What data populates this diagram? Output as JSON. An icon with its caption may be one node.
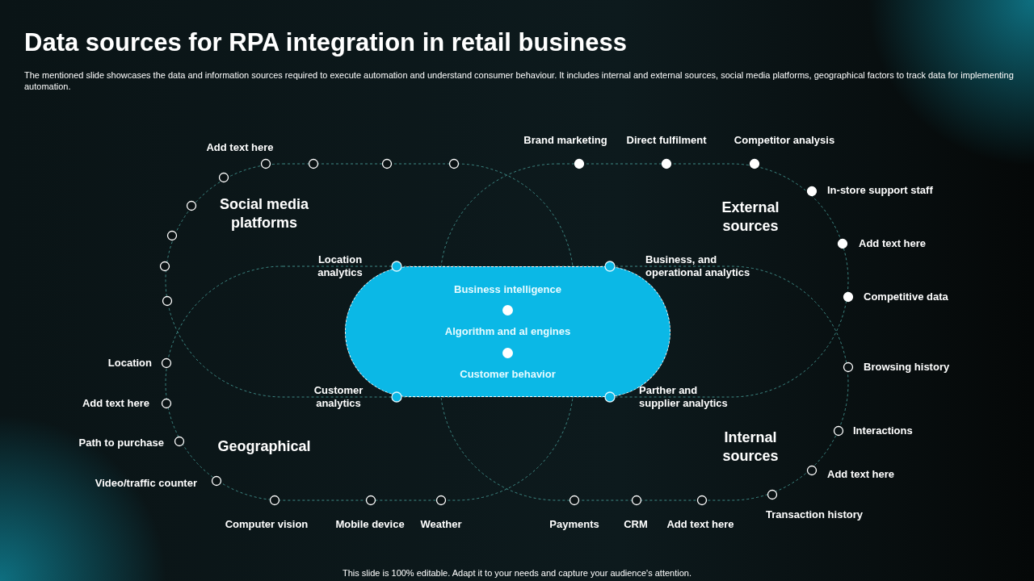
{
  "diagram": {
    "title": "Data sources for RPA integration in retail business",
    "nodes": [
      {
        "text": [
          "Business  intelligence",
          "Algorithm and al engines",
          "Customer  behavior"
        ]
      }
    ],
    "edges": [],
    "labels": [
      "The mentioned slide showcases the data and information sources required to execute automation and understand consumer behaviour. It includes internal and external sources, social media platforms, geographical factors to track data for implementing automation.",
      "Add text here",
      "Brand marketing",
      "Direct fulfilment",
      "Competitor analysis",
      "In-store support staff",
      "Social media platforms",
      "External sources",
      "Add text here",
      "Location analytics",
      "Business,  and operational analytics",
      "Competitive data",
      "Location",
      "Browsing history",
      "Customer analytics",
      "Parther and supplier analytics",
      "Add text here",
      "Interactions",
      "Path to purchase",
      "Geographical",
      "Internal sources",
      "Add text here",
      "Video/traffic counter",
      "Transaction history",
      "Computer vision",
      "Mobile device",
      "Weather",
      "Payments",
      "CRM",
      "Add text here",
      "This slide is 100% editable. Adapt it to your needs and capture your audience's attention."
    ]
  }
}
